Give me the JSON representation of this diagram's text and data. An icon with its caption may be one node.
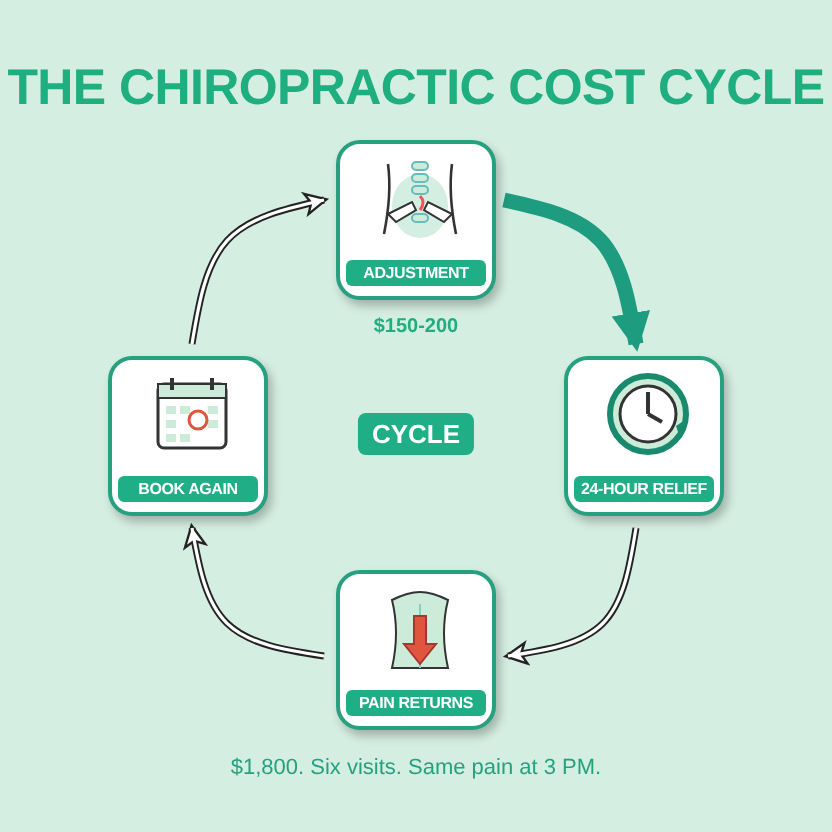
{
  "diagram": {
    "title": "THE CHIROPRACTIC COST CYCLE",
    "caption": "$1,800. Six visits. Same pain at 3 PM.",
    "nodes": [
      {
        "text": [
          "ADJUSTMENT"
        ],
        "beside": [
          "$150-200"
        ]
      },
      {
        "text": [
          "24-HOUR RELIEF"
        ]
      },
      {
        "text": [
          "PAIN RETURNS"
        ]
      },
      {
        "text": [
          "BOOK AGAIN"
        ]
      },
      {
        "text": [
          "CYCLE"
        ]
      }
    ],
    "edges": [
      {
        "from": 0,
        "to": 1,
        "arrow": "to",
        "style": "thick",
        "color": "#1e9c80"
      },
      {
        "from": 1,
        "to": 2,
        "arrow": "to"
      },
      {
        "from": 2,
        "to": 3,
        "arrow": "to"
      },
      {
        "from": 3,
        "to": 0,
        "arrow": "to"
      }
    ]
  }
}
